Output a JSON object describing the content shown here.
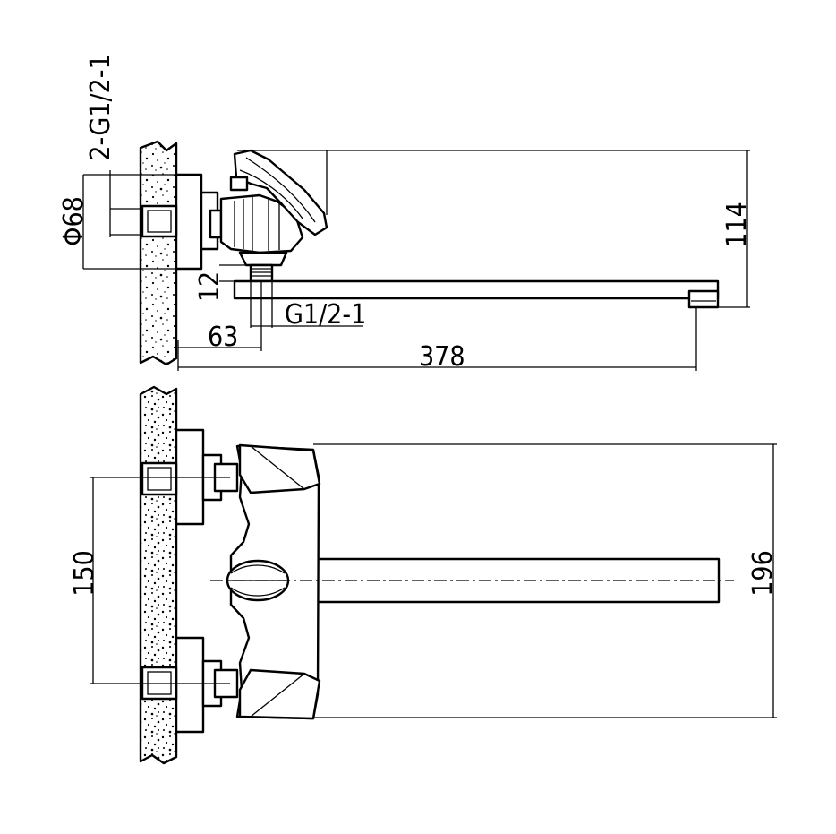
{
  "drawing": {
    "title": "",
    "side_view": {
      "dim_inlet_thread": "2-G1/2-1",
      "dim_flange_diameter": "Φ68",
      "dim_height": "114",
      "dim_thread_depth": "12",
      "dim_outlet_thread": "G1/2-1",
      "dim_offset": "63",
      "dim_spout_reach": "378"
    },
    "top_view": {
      "dim_inlet_spacing": "150",
      "dim_width": "196"
    },
    "colors": {
      "line": "#000000",
      "background": "#ffffff"
    }
  }
}
